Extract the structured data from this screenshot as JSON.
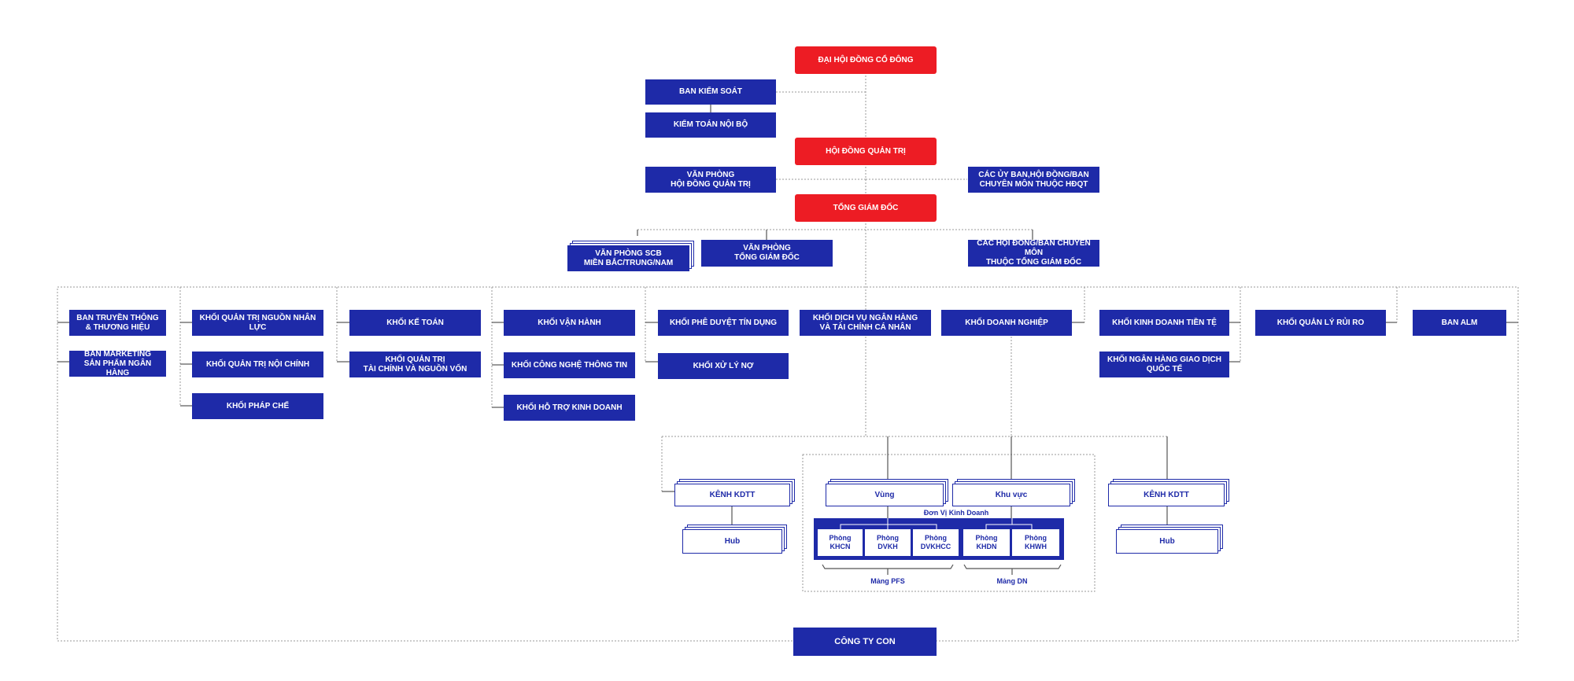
{
  "top": {
    "dai_hoi_dong_co_dong": "ĐẠI HỘI ĐỒNG CỔ ĐÔNG",
    "hoi_dong_quan_tri": "HỘI ĐỒNG QUẢN TRỊ",
    "tong_giam_doc": "TỔNG GIÁM ĐỐC",
    "ban_kiem_soat": "BAN KIỂM SOÁT",
    "kiem_toan_noi_bo": "KIỂM TOÁN NỘI BỘ",
    "van_phong_hdqt": "VĂN PHÒNG\nHỘI ĐỒNG QUẢN TRỊ",
    "cac_uy_ban": "CÁC ỦY BAN,HỘI ĐỒNG/BAN\nCHUYÊN MÔN THUỘC HĐQT",
    "van_phong_scb": "VĂN PHÒNG SCB\nMIỀN BẮC/TRUNG/NAM",
    "van_phong_tgd": "VĂN PHÒNG\nTỔNG GIÁM ĐỐC",
    "cac_hoi_dong_tgd": "CÁC HỘI ĐỒNG/BAN CHUYÊN MÔN\nTHUỘC TỔNG GIÁM ĐỐC"
  },
  "divisions": {
    "ban_truyen_thong": "BAN TRUYỀN THÔNG\n& THƯƠNG HIỆU",
    "ban_marketing": "BAN MARKETING\nSẢN PHẨM NGÂN HÀNG",
    "khoi_nhan_luc": "KHỐI QUẢN TRỊ NGUỒN NHÂN LỰC",
    "khoi_noi_chinh": "KHỐI QUẢN TRỊ NỘI CHÍNH",
    "khoi_phap_che": "KHỐI PHÁP CHẾ",
    "khoi_ke_toan": "KHỐI KẾ TOÁN",
    "khoi_tai_chinh": "KHỐI QUẢN TRỊ\nTÀI CHÍNH VÀ NGUỒN VỐN",
    "khoi_van_hanh": "KHỐI VẬN HÀNH",
    "khoi_cntt": "KHỐI CÔNG NGHỆ THÔNG TIN",
    "khoi_ho_tro": "KHỐI HỖ TRỢ KINH DOANH",
    "khoi_phe_duyet": "KHỐI PHÊ DUYỆT TÍN DỤNG",
    "khoi_xu_ly_no": "KHỐI XỬ LÝ NỢ",
    "khoi_dich_vu": "KHỐI DỊCH VỤ NGÂN HÀNG\nVÀ TÀI CHÍNH CÁ NHÂN",
    "khoi_doanh_nghiep": "KHỐI DOANH NGHIỆP",
    "khoi_kinh_doanh_tien_te": "KHỐI KINH DOANH TIỀN TỆ",
    "khoi_ngan_hang_quoc_te": "KHỐI NGÂN HÀNG GIAO DỊCH\nQUỐC TẾ",
    "khoi_rui_ro": "KHỐI QUẢN LÝ RỦI RO",
    "ban_alm": "BAN ALM"
  },
  "network": {
    "kenh_kdtt_left": "KÊNH KDTT",
    "hub_left": "Hub",
    "vung": "Vùng",
    "khu_vuc": "Khu vực",
    "don_vi_kinh_doanh": "Đơn Vị Kinh Doanh",
    "phong_khcn": "Phòng\nKHCN",
    "phong_dvkh": "Phòng\nDVKH",
    "phong_dvkhcc": "Phòng\nDVKHCC",
    "phong_khdn": "Phòng\nKHDN",
    "phong_khwh": "Phòng\nKHWH",
    "mang_pfs": "Mảng PFS",
    "mang_dn": "Mảng DN",
    "kenh_kdtt_right": "KÊNH KDTT",
    "hub_right": "Hub"
  },
  "bottom": {
    "cong_ty_con": "CÔNG TY CON"
  },
  "colors": {
    "red": "#ed1c24",
    "blue": "#1e2aa8",
    "line": "#9a9a9a"
  }
}
